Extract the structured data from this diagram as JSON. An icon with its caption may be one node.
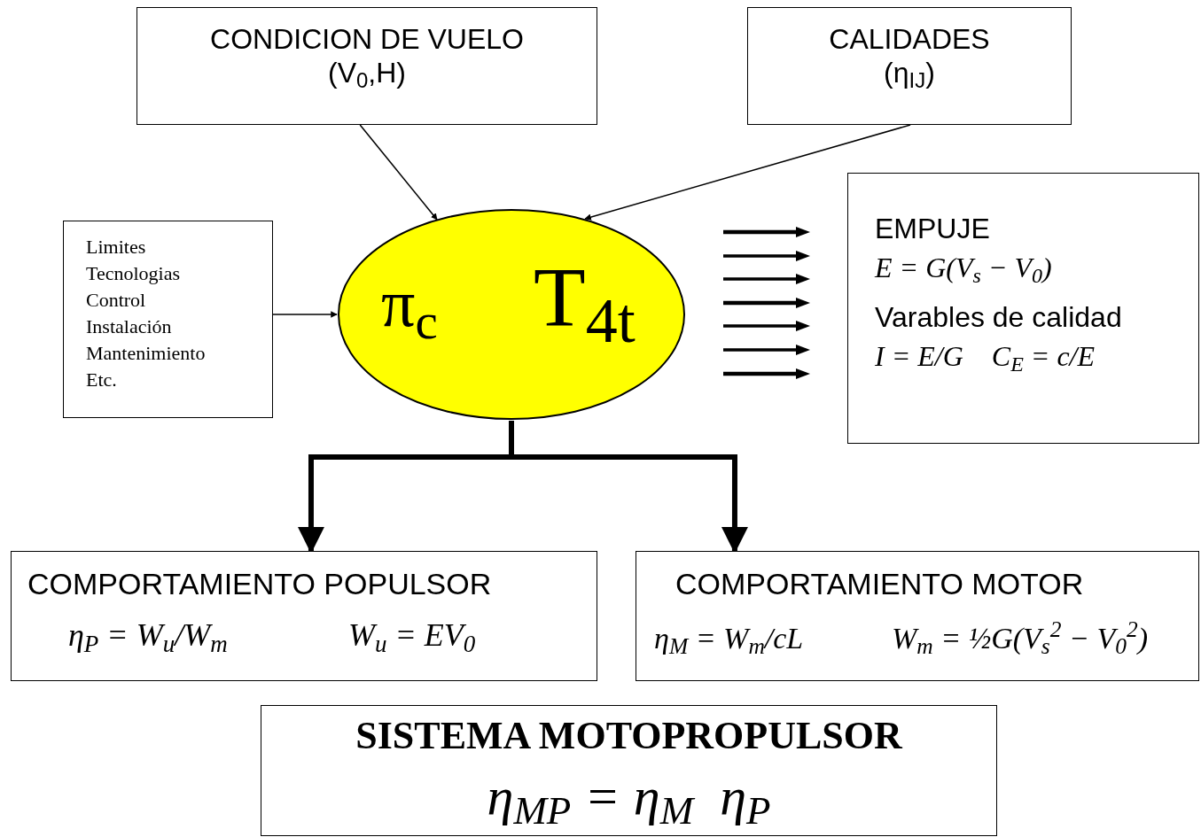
{
  "diagram": {
    "nodes": [
      {
        "text": [
          "CONDICION DE VUELO",
          "(V$_{0}$,H)"
        ]
      },
      {
        "text": [
          "CALIDADES",
          "(η$_{IJ}$)"
        ]
      },
      {
        "text": [
          "Limites",
          "Tecnologias",
          "Control",
          "Instalación",
          "Mantenimiento",
          "Etc."
        ]
      },
      {
        "text": [
          "π$_{c}$",
          "T$_{4t}$"
        ]
      },
      {
        "text": [
          "EMPUJE",
          "E = G(V$_{s}$ − V$_{0}$)",
          "Varables de calidad",
          "I = E/G    C$_{E}$ = c/E"
        ]
      },
      {
        "text": [
          "COMPORTAMIENTO POPULSOR",
          "η$_{P}$ = W$_{u}$/W$_{m}$",
          "W$_{u}$ = EV$_{0}$"
        ]
      },
      {
        "text": [
          "COMPORTAMIENTO MOTOR",
          "η$_{M}$ = W$_{m}$/cL",
          "W$_{m}$ = ½G(V$_{s}$$^{2}$ − V$_{0}$$^{2}$)"
        ]
      },
      {
        "text": [
          "SISTEMA MOTOPROPULSOR",
          "η$_{MP}$ = η$_{M}$  η$_{P}$"
        ]
      }
    ],
    "edges": [
      {
        "from": 0,
        "to": 3,
        "arrow": "to"
      },
      {
        "from": 1,
        "to": 3,
        "arrow": "to"
      },
      {
        "from": 2,
        "to": 3,
        "arrow": "to"
      },
      {
        "from": 3,
        "to": 5,
        "arrow": "to",
        "style": "thick"
      },
      {
        "from": 3,
        "to": 6,
        "arrow": "to",
        "style": "thick"
      }
    ]
  }
}
